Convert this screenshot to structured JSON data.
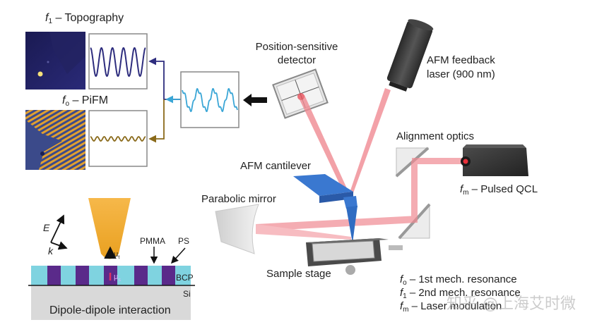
{
  "panels": {
    "topography": {
      "prefix": "f",
      "sub": "1",
      "title": " – Topography"
    },
    "pifm": {
      "prefix": "f",
      "sub": "o",
      "title": " – PiFM"
    }
  },
  "labels": {
    "psd_line1": "Position-sensitive",
    "psd_line2": "detector",
    "laser_line1": "AFM feedback",
    "laser_line2": "laser (900 nm)",
    "alignment": "Alignment optics",
    "qcl_prefix": "f",
    "qcl_sub": "m",
    "qcl_text": " – Pulsed QCL",
    "cantilever": "AFM cantilever",
    "parabolic": "Parabolic mirror",
    "stage": "Sample stage"
  },
  "dipole": {
    "E": "E",
    "k": "k",
    "mu_t": "μ",
    "mu_t_sub": "t",
    "mu_s": "μ",
    "mu_s_sub": "s",
    "pmma": "PMMA",
    "ps": "PS",
    "bcp": "BCP",
    "si": "Si",
    "caption": "Dipole-dipole interaction"
  },
  "legend": [
    {
      "prefix": "f",
      "sub": "o",
      "text": " – 1st mech. resonance"
    },
    {
      "prefix": "f",
      "sub": "1",
      "text": " – 2nd mech. resonance"
    },
    {
      "prefix": "f",
      "sub": "m",
      "text": " – Laser modulation"
    }
  ],
  "watermark": "知乎 @上海艾时微",
  "colors": {
    "laser_red": "#e8505a",
    "topo_wave": "#2e2d7e",
    "pifm_wave": "#8a6a1a",
    "mixed_wave": "#3aa6d6",
    "cantilever_blue": "#3a78d0",
    "tip_orange": "#f0a830",
    "pmma_cyan": "#7fd3e0",
    "ps_purple": "#5a2a8a"
  }
}
